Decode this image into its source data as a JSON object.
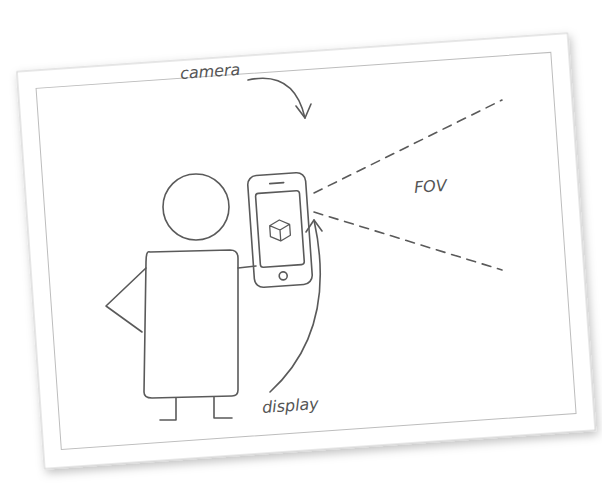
{
  "diagram": {
    "labels": [
      "camera",
      "FOV",
      "display"
    ]
  }
}
